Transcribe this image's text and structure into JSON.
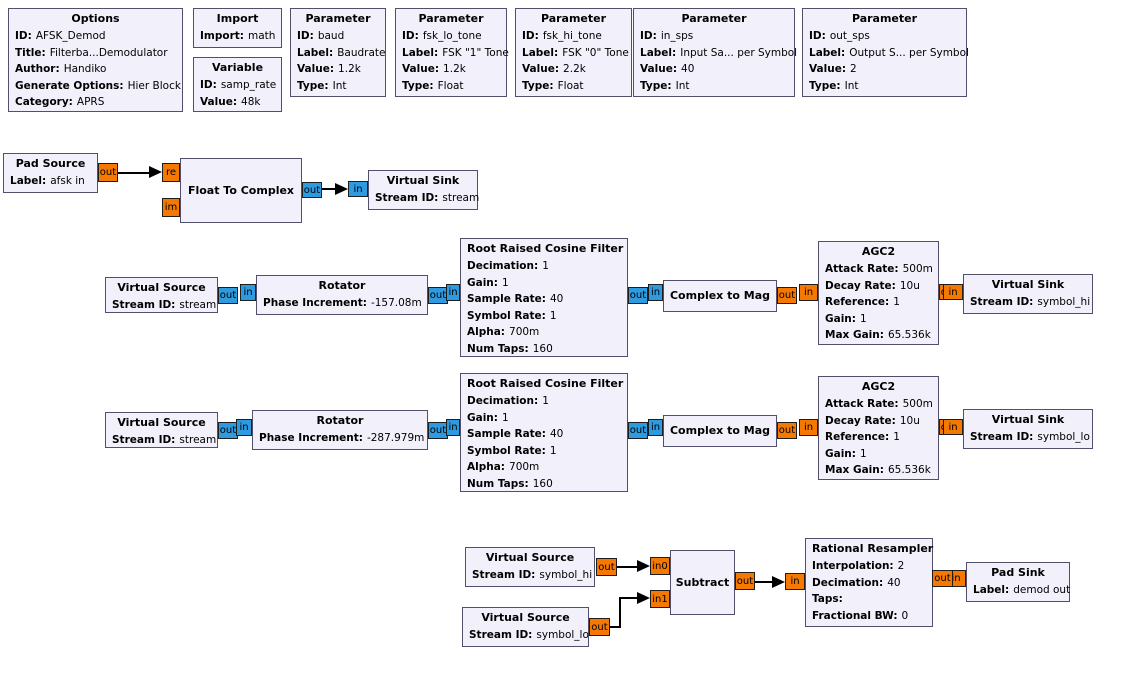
{
  "port_labels": {
    "out": "out",
    "in": "in",
    "re": "re",
    "im": "im",
    "in0": "in0",
    "in1": "in1"
  },
  "colors": {
    "complex_port": "#2e9ae0",
    "float_port": "#f57900",
    "block_fill": "#f2f1fb",
    "block_border": "#50506a",
    "wire": "#000000"
  },
  "blocks": {
    "options": {
      "title": "Options",
      "params": [
        {
          "l": "ID:",
          "v": "AFSK_Demod"
        },
        {
          "l": "Title:",
          "v": "Filterba...Demodulator"
        },
        {
          "l": "Author:",
          "v": "Handiko"
        },
        {
          "l": "Generate Options:",
          "v": "Hier Block"
        },
        {
          "l": "Category:",
          "v": "APRS"
        }
      ]
    },
    "import": {
      "title": "Import",
      "params": [
        {
          "l": "Import:",
          "v": "math"
        }
      ]
    },
    "variable": {
      "title": "Variable",
      "params": [
        {
          "l": "ID:",
          "v": "samp_rate"
        },
        {
          "l": "Value:",
          "v": "48k"
        }
      ]
    },
    "param_baud": {
      "title": "Parameter",
      "params": [
        {
          "l": "ID:",
          "v": "baud"
        },
        {
          "l": "Label:",
          "v": "Baudrate"
        },
        {
          "l": "Value:",
          "v": "1.2k"
        },
        {
          "l": "Type:",
          "v": "Int"
        }
      ]
    },
    "param_fsk_lo": {
      "title": "Parameter",
      "params": [
        {
          "l": "ID:",
          "v": "fsk_lo_tone"
        },
        {
          "l": "Label:",
          "v": "FSK \"1\" Tone"
        },
        {
          "l": "Value:",
          "v": "1.2k"
        },
        {
          "l": "Type:",
          "v": "Float"
        }
      ]
    },
    "param_fsk_hi": {
      "title": "Parameter",
      "params": [
        {
          "l": "ID:",
          "v": "fsk_hi_tone"
        },
        {
          "l": "Label:",
          "v": "FSK \"0\" Tone"
        },
        {
          "l": "Value:",
          "v": "2.2k"
        },
        {
          "l": "Type:",
          "v": "Float"
        }
      ]
    },
    "param_in_sps": {
      "title": "Parameter",
      "params": [
        {
          "l": "ID:",
          "v": "in_sps"
        },
        {
          "l": "Label:",
          "v": "Input Sa... per Symbol"
        },
        {
          "l": "Value:",
          "v": "40"
        },
        {
          "l": "Type:",
          "v": "Int"
        }
      ]
    },
    "param_out_sps": {
      "title": "Parameter",
      "params": [
        {
          "l": "ID:",
          "v": "out_sps"
        },
        {
          "l": "Label:",
          "v": "Output S... per Symbol"
        },
        {
          "l": "Value:",
          "v": "2"
        },
        {
          "l": "Type:",
          "v": "Int"
        }
      ]
    },
    "pad_source": {
      "title": "Pad Source",
      "params": [
        {
          "l": "Label:",
          "v": "afsk in"
        }
      ]
    },
    "float_to_complex": {
      "title": "Float To Complex"
    },
    "virtual_sink_stream": {
      "title": "Virtual Sink",
      "params": [
        {
          "l": "Stream ID:",
          "v": "stream"
        }
      ]
    },
    "virtual_source_stream": {
      "title": "Virtual Source",
      "params": [
        {
          "l": "Stream ID:",
          "v": "stream"
        }
      ]
    },
    "rotator_hi": {
      "title": "Rotator",
      "params": [
        {
          "l": "Phase Increment:",
          "v": "-157.08m"
        }
      ]
    },
    "rotator_lo": {
      "title": "Rotator",
      "params": [
        {
          "l": "Phase Increment:",
          "v": "-287.979m"
        }
      ]
    },
    "rrc": {
      "title": "Root Raised Cosine Filter",
      "params": [
        {
          "l": "Decimation:",
          "v": "1"
        },
        {
          "l": "Gain:",
          "v": "1"
        },
        {
          "l": "Sample Rate:",
          "v": "40"
        },
        {
          "l": "Symbol Rate:",
          "v": "1"
        },
        {
          "l": "Alpha:",
          "v": "700m"
        },
        {
          "l": "Num Taps:",
          "v": "160"
        }
      ]
    },
    "complex_to_mag": {
      "title": "Complex to Mag"
    },
    "agc2": {
      "title": "AGC2",
      "params": [
        {
          "l": "Attack Rate:",
          "v": "500m"
        },
        {
          "l": "Decay Rate:",
          "v": "10u"
        },
        {
          "l": "Reference:",
          "v": "1"
        },
        {
          "l": "Gain:",
          "v": "1"
        },
        {
          "l": "Max Gain:",
          "v": "65.536k"
        }
      ]
    },
    "virtual_sink_hi": {
      "title": "Virtual Sink",
      "params": [
        {
          "l": "Stream ID:",
          "v": "symbol_hi"
        }
      ]
    },
    "virtual_sink_lo": {
      "title": "Virtual Sink",
      "params": [
        {
          "l": "Stream ID:",
          "v": "symbol_lo"
        }
      ]
    },
    "virtual_source_hi": {
      "title": "Virtual Source",
      "params": [
        {
          "l": "Stream ID:",
          "v": "symbol_hi"
        }
      ]
    },
    "virtual_source_lo": {
      "title": "Virtual Source",
      "params": [
        {
          "l": "Stream ID:",
          "v": "symbol_lo"
        }
      ]
    },
    "subtract": {
      "title": "Subtract"
    },
    "rational_resampler": {
      "title": "Rational Resampler",
      "params": [
        {
          "l": "Interpolation:",
          "v": "2"
        },
        {
          "l": "Decimation:",
          "v": "40"
        },
        {
          "l": "Taps:",
          "v": ""
        },
        {
          "l": "Fractional BW:",
          "v": "0"
        }
      ]
    },
    "pad_sink": {
      "title": "Pad Sink",
      "params": [
        {
          "l": "Label:",
          "v": "demod out"
        }
      ]
    }
  }
}
